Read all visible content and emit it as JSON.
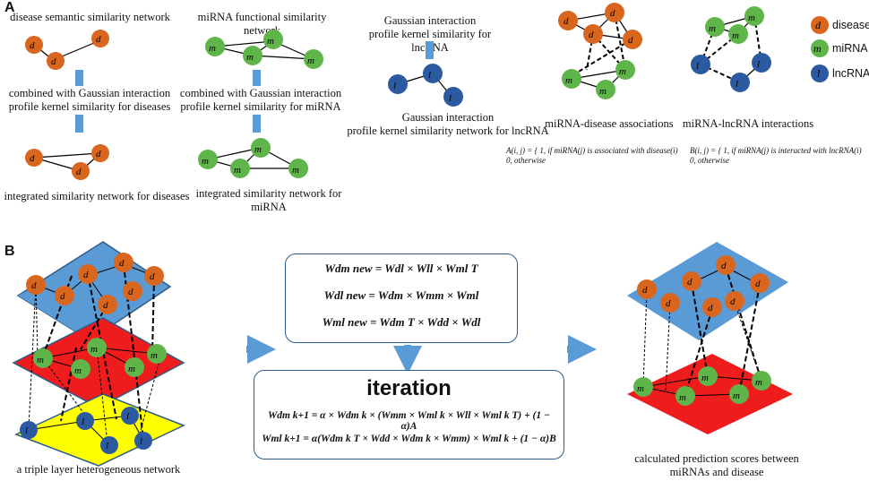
{
  "panel_a": {
    "label": "A",
    "disease_network_title": "disease semantic similarity network",
    "mirna_network_title": "miRNA functional similarity network",
    "lncrna_kernel_title": "Gaussian interaction\nprofile kernel similarity for lncRNA",
    "combined_disease": "combined with Gaussian interaction\nprofile kernel similarity for diseases",
    "combined_mirna": "combined with Gaussian interaction\nprofile kernel similarity for miRNA",
    "lncrna_network_caption": "Gaussian interaction\nprofile kernel similarity network for lncRNA",
    "integrated_disease": "integrated similarity network for diseases",
    "integrated_mirna": "integrated similarity network for miRNA",
    "mirna_disease_assoc": "miRNA-disease associations",
    "mirna_lncrna_inter": "miRNA-lncRNA interactions",
    "formula_a": "A(i, j) = { 1, if miRNA(j) is associated with disease(i)\n0, otherwise",
    "formula_b": "B(i, j) = { 1, if miRNA(j) is interacted with lncRNA(i)\n0, otherwise",
    "legend": [
      {
        "symbol": "d",
        "label": "disease",
        "color": "#d9661f"
      },
      {
        "symbol": "m",
        "label": "miRNA",
        "color": "#5fb54a"
      },
      {
        "symbol": "l",
        "label": "lncRNA",
        "color": "#2c5aa0"
      }
    ]
  },
  "panel_b": {
    "label": "B",
    "triple_caption": "a triple layer heterogeneous network",
    "update_eq1": "Wdm new = Wdl × Wll × Wml T",
    "update_eq2": "Wdl new = Wdm × Wmm × Wml",
    "update_eq3": "Wml new = Wdm T × Wdd × Wdl",
    "iteration_title": "iteration",
    "iter_eq1": "Wdm k+1 = α × Wdm k × (Wmm × Wml k × Wll × Wml k T) + (1 − α)A",
    "iter_eq2": "Wml k+1 = α(Wdm k T × Wdd × Wdm k × Wmm) × Wml k + (1 − α)B",
    "result_caption": "calculated prediction scores between\nmiRNAs and disease"
  },
  "colors": {
    "disease": "#d9661f",
    "mirna": "#5fb54a",
    "lncrna": "#2c5aa0",
    "arrow": "#5b9bd5",
    "layer_top": "#5b9bd5",
    "layer_mid": "#ee1c1c",
    "layer_bottom": "#ffff00"
  }
}
